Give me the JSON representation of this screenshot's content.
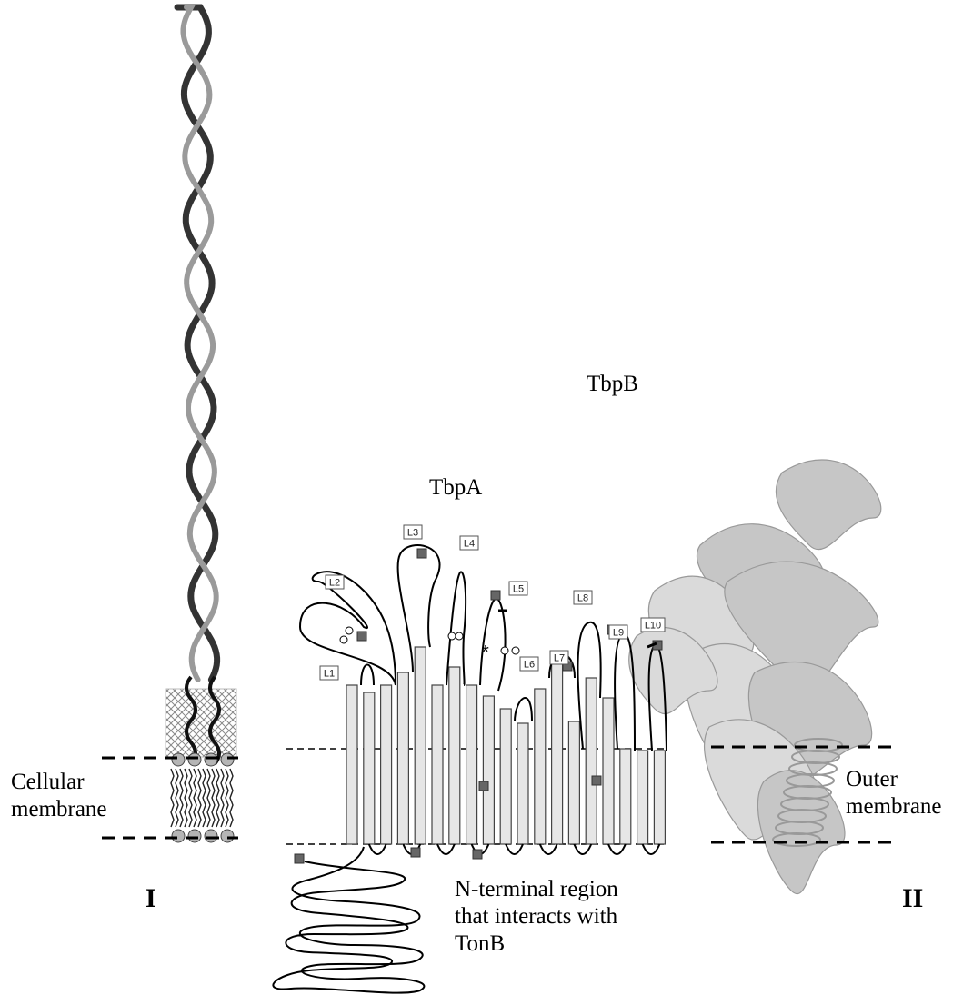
{
  "panel_left": {
    "membrane_label_line1": "Cellular",
    "membrane_label_line2": "membrane",
    "numeral": "I"
  },
  "panel_center": {
    "title": "TbpA",
    "loop_labels": [
      "L1",
      "L2",
      "L3",
      "L4",
      "L5",
      "L6",
      "L7",
      "L8",
      "L9",
      "L10"
    ],
    "asterisk": "*",
    "n_terminal_line1": "N-terminal region",
    "n_terminal_line2": "that interacts with",
    "n_terminal_line3": "TonB"
  },
  "panel_right": {
    "title": "TbpB",
    "membrane_label_line1": "Outer",
    "membrane_label_line2": "membrane",
    "numeral": "II"
  },
  "colors": {
    "ink": "#000000",
    "strand_fill": "#e6e6e6",
    "marker": "#666666",
    "ribbon_light": "#cfcfcf",
    "ribbon_dark": "#7a7a7a"
  }
}
